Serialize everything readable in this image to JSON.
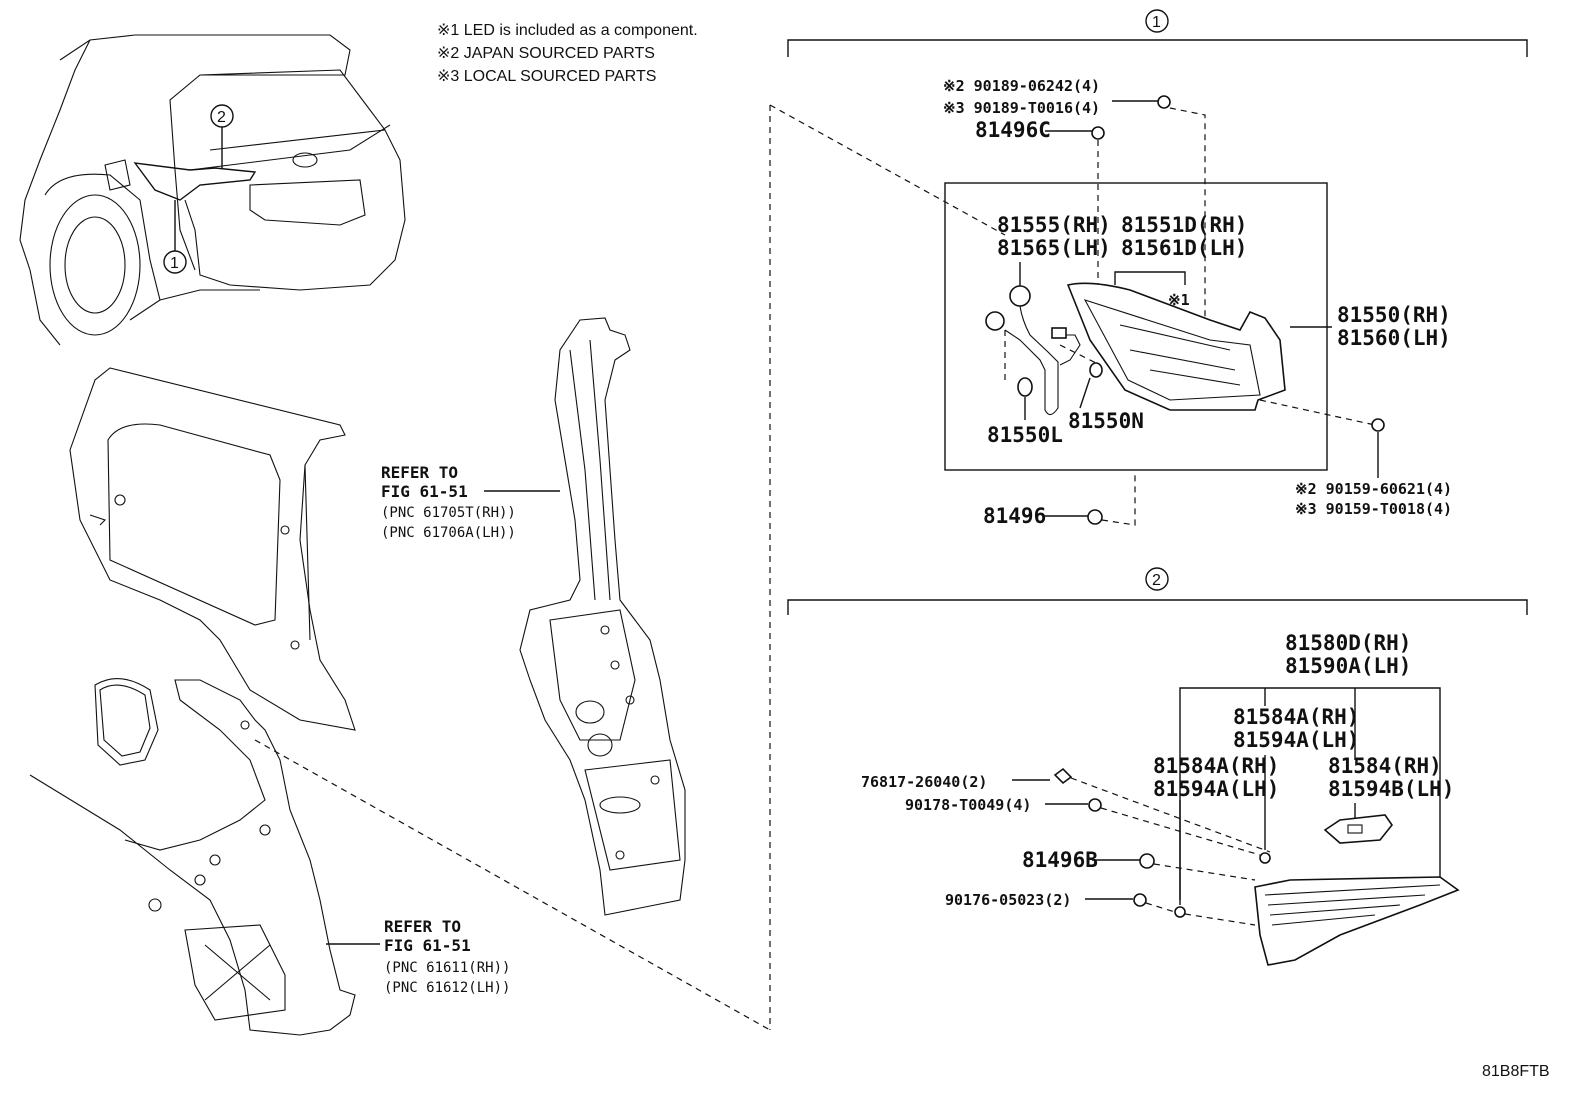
{
  "notes": [
    "※1 LED is included as a component.",
    "※2 JAPAN SOURCED PARTS",
    "※3 LOCAL SOURCED PARTS"
  ],
  "group1": {
    "number": "1",
    "parts": {
      "screw_jp": "※2 90189-06242(4)",
      "screw_local": "※3 90189-T0016(4)",
      "clip_c": "81496C",
      "socket_rh": "81555(RH)",
      "socket_lh": "81565(LH)",
      "lens_rh": "81551D(RH)",
      "lens_lh": "81561D(LH)",
      "led_note": "※1",
      "lamp_rh": "81550(RH)",
      "lamp_lh": "81560(LH)",
      "bulb_l": "81550L",
      "wire_n": "81550N",
      "clip": "81496",
      "nut_jp": "※2 90159-60621(4)",
      "nut_local": "※3 90159-T0018(4)"
    }
  },
  "group2": {
    "number": "2",
    "parts": {
      "lamp_rh": "81580D(RH)",
      "lamp_lh": "81590A(LH)",
      "gasket_a_rh": "81584A(RH)",
      "gasket_a_lh": "81594A(LH)",
      "gasket_b_rh": "81584A(RH)",
      "gasket_b_lh": "81594A(LH)",
      "gasket_c_rh": "81584(RH)",
      "gasket_c_lh": "81594B(LH)",
      "clip_76817": "76817-26040(2)",
      "screw_90178": "90178-T0049(4)",
      "clip_b": "81496B",
      "screw_90176": "90176-05023(2)"
    }
  },
  "references": {
    "upper": {
      "title": "REFER TO",
      "fig": "FIG 61-51",
      "pnc_rh": "(PNC 61705T(RH))",
      "pnc_lh": "(PNC 61706A(LH))"
    },
    "lower": {
      "title": "REFER TO",
      "fig": "FIG 61-51",
      "pnc_rh": "(PNC 61611(RH))",
      "pnc_lh": "(PNC 61612(LH))"
    }
  },
  "vehicle_callouts": [
    "2",
    "1"
  ],
  "diagram_code": "81B8FTB"
}
